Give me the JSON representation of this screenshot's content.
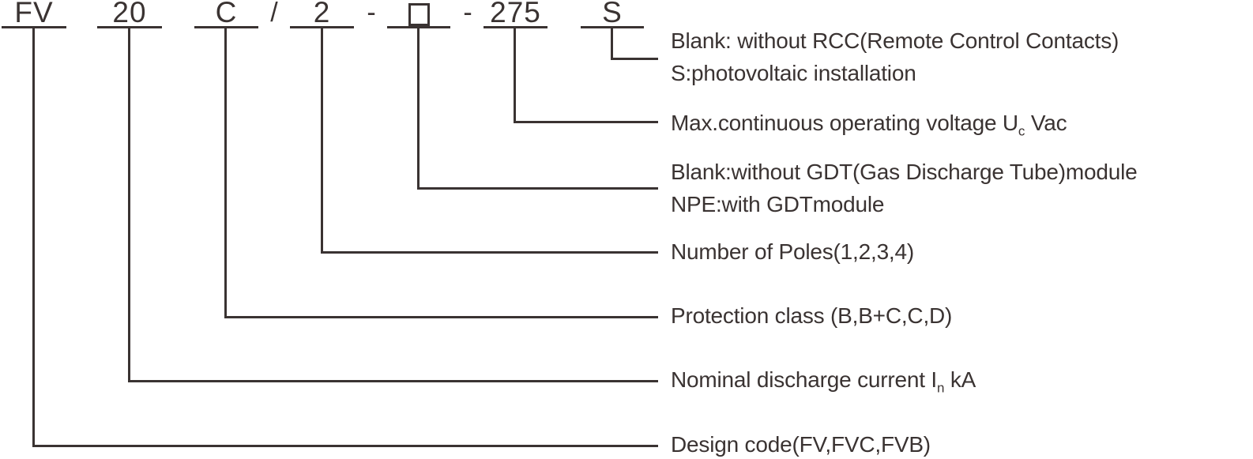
{
  "diagram": {
    "full_code": "FV 20 C / 2 - □ - 275 S",
    "placeholder_box": "□"
  },
  "colors": {
    "ink": "#3a3332",
    "background": "#ffffff"
  },
  "code": {
    "segments": [
      "FV",
      "20",
      "C",
      "2",
      "□",
      "275",
      "S"
    ],
    "separators": [
      "/",
      "-",
      "-"
    ]
  },
  "labels": [
    {
      "name": "rcc",
      "lines": [
        {
          "pre": "Blank: without RCC(Remote Control Contacts)",
          "sub": "",
          "post": ""
        },
        {
          "pre": "S:photovoltaic installation",
          "sub": "",
          "post": ""
        }
      ]
    },
    {
      "name": "voltage",
      "lines": [
        {
          "pre": "Max.continuous operating voltage U",
          "sub": "c",
          "post": " Vac"
        }
      ]
    },
    {
      "name": "gdt",
      "lines": [
        {
          "pre": "Blank:without GDT(Gas Discharge Tube)module",
          "sub": "",
          "post": ""
        },
        {
          "pre": "NPE:with GDTmodule",
          "sub": "",
          "post": ""
        }
      ]
    },
    {
      "name": "poles",
      "lines": [
        {
          "pre": "Number of Poles(1,2,3,4)",
          "sub": "",
          "post": ""
        }
      ]
    },
    {
      "name": "protection-class",
      "lines": [
        {
          "pre": "Protection class (B,B+C,C,D)",
          "sub": "",
          "post": ""
        }
      ]
    },
    {
      "name": "discharge-current",
      "lines": [
        {
          "pre": "Nominal discharge current I",
          "sub": "n",
          "post": " kA"
        }
      ]
    },
    {
      "name": "design-code",
      "lines": [
        {
          "pre": "Design code(FV,FVC,FVB)",
          "sub": "",
          "post": ""
        }
      ]
    }
  ]
}
